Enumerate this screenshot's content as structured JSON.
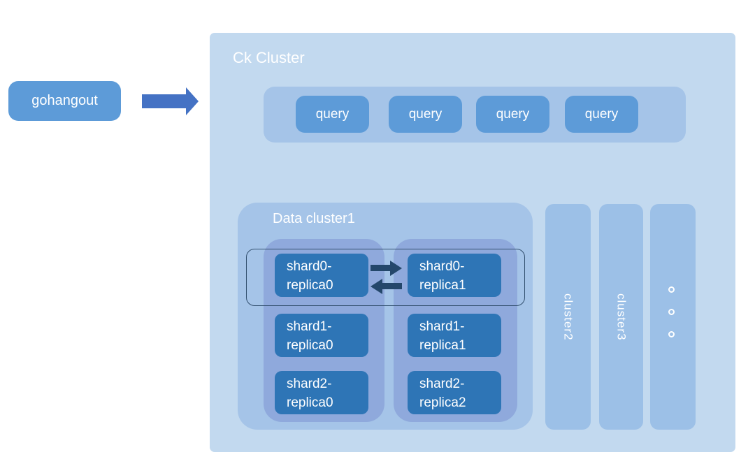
{
  "colors": {
    "canvas_bg": "#ffffff",
    "outer_container": "#c2d9ef",
    "inner_panel": "#a5c4e8",
    "column_panel": "#8fa9dc",
    "node_primary": "#5d9bd8",
    "shard_node": "#2e75b6",
    "cluster_bar": "#9cc0e7",
    "flow_arrow": "#4472c4",
    "replication_arrow": "#24476b",
    "outline_stroke": "#33506f",
    "text_light": "#ffffff"
  },
  "source_node": {
    "label": "gohangout"
  },
  "ck_cluster": {
    "title": "Ck Cluster",
    "query_layer": {
      "nodes": [
        {
          "label": "query"
        },
        {
          "label": "query"
        },
        {
          "label": "query"
        },
        {
          "label": "query"
        }
      ]
    },
    "data_cluster1": {
      "title": "Data cluster1",
      "replica_columns": [
        {
          "shards": [
            {
              "line1": "shard0-",
              "line2": "replica0"
            },
            {
              "line1": "shard1-",
              "line2": "replica0"
            },
            {
              "line1": "shard2-",
              "line2": "replica0"
            }
          ]
        },
        {
          "shards": [
            {
              "line1": "shard0-",
              "line2": "replica1"
            },
            {
              "line1": "shard1-",
              "line2": "replica1"
            },
            {
              "line1": "shard2-",
              "line2": "replica2"
            }
          ]
        }
      ]
    },
    "other_clusters": [
      {
        "label": "cluster2"
      },
      {
        "label": "cluster3"
      }
    ],
    "more_clusters_indicator": {
      "dots": 3
    }
  }
}
